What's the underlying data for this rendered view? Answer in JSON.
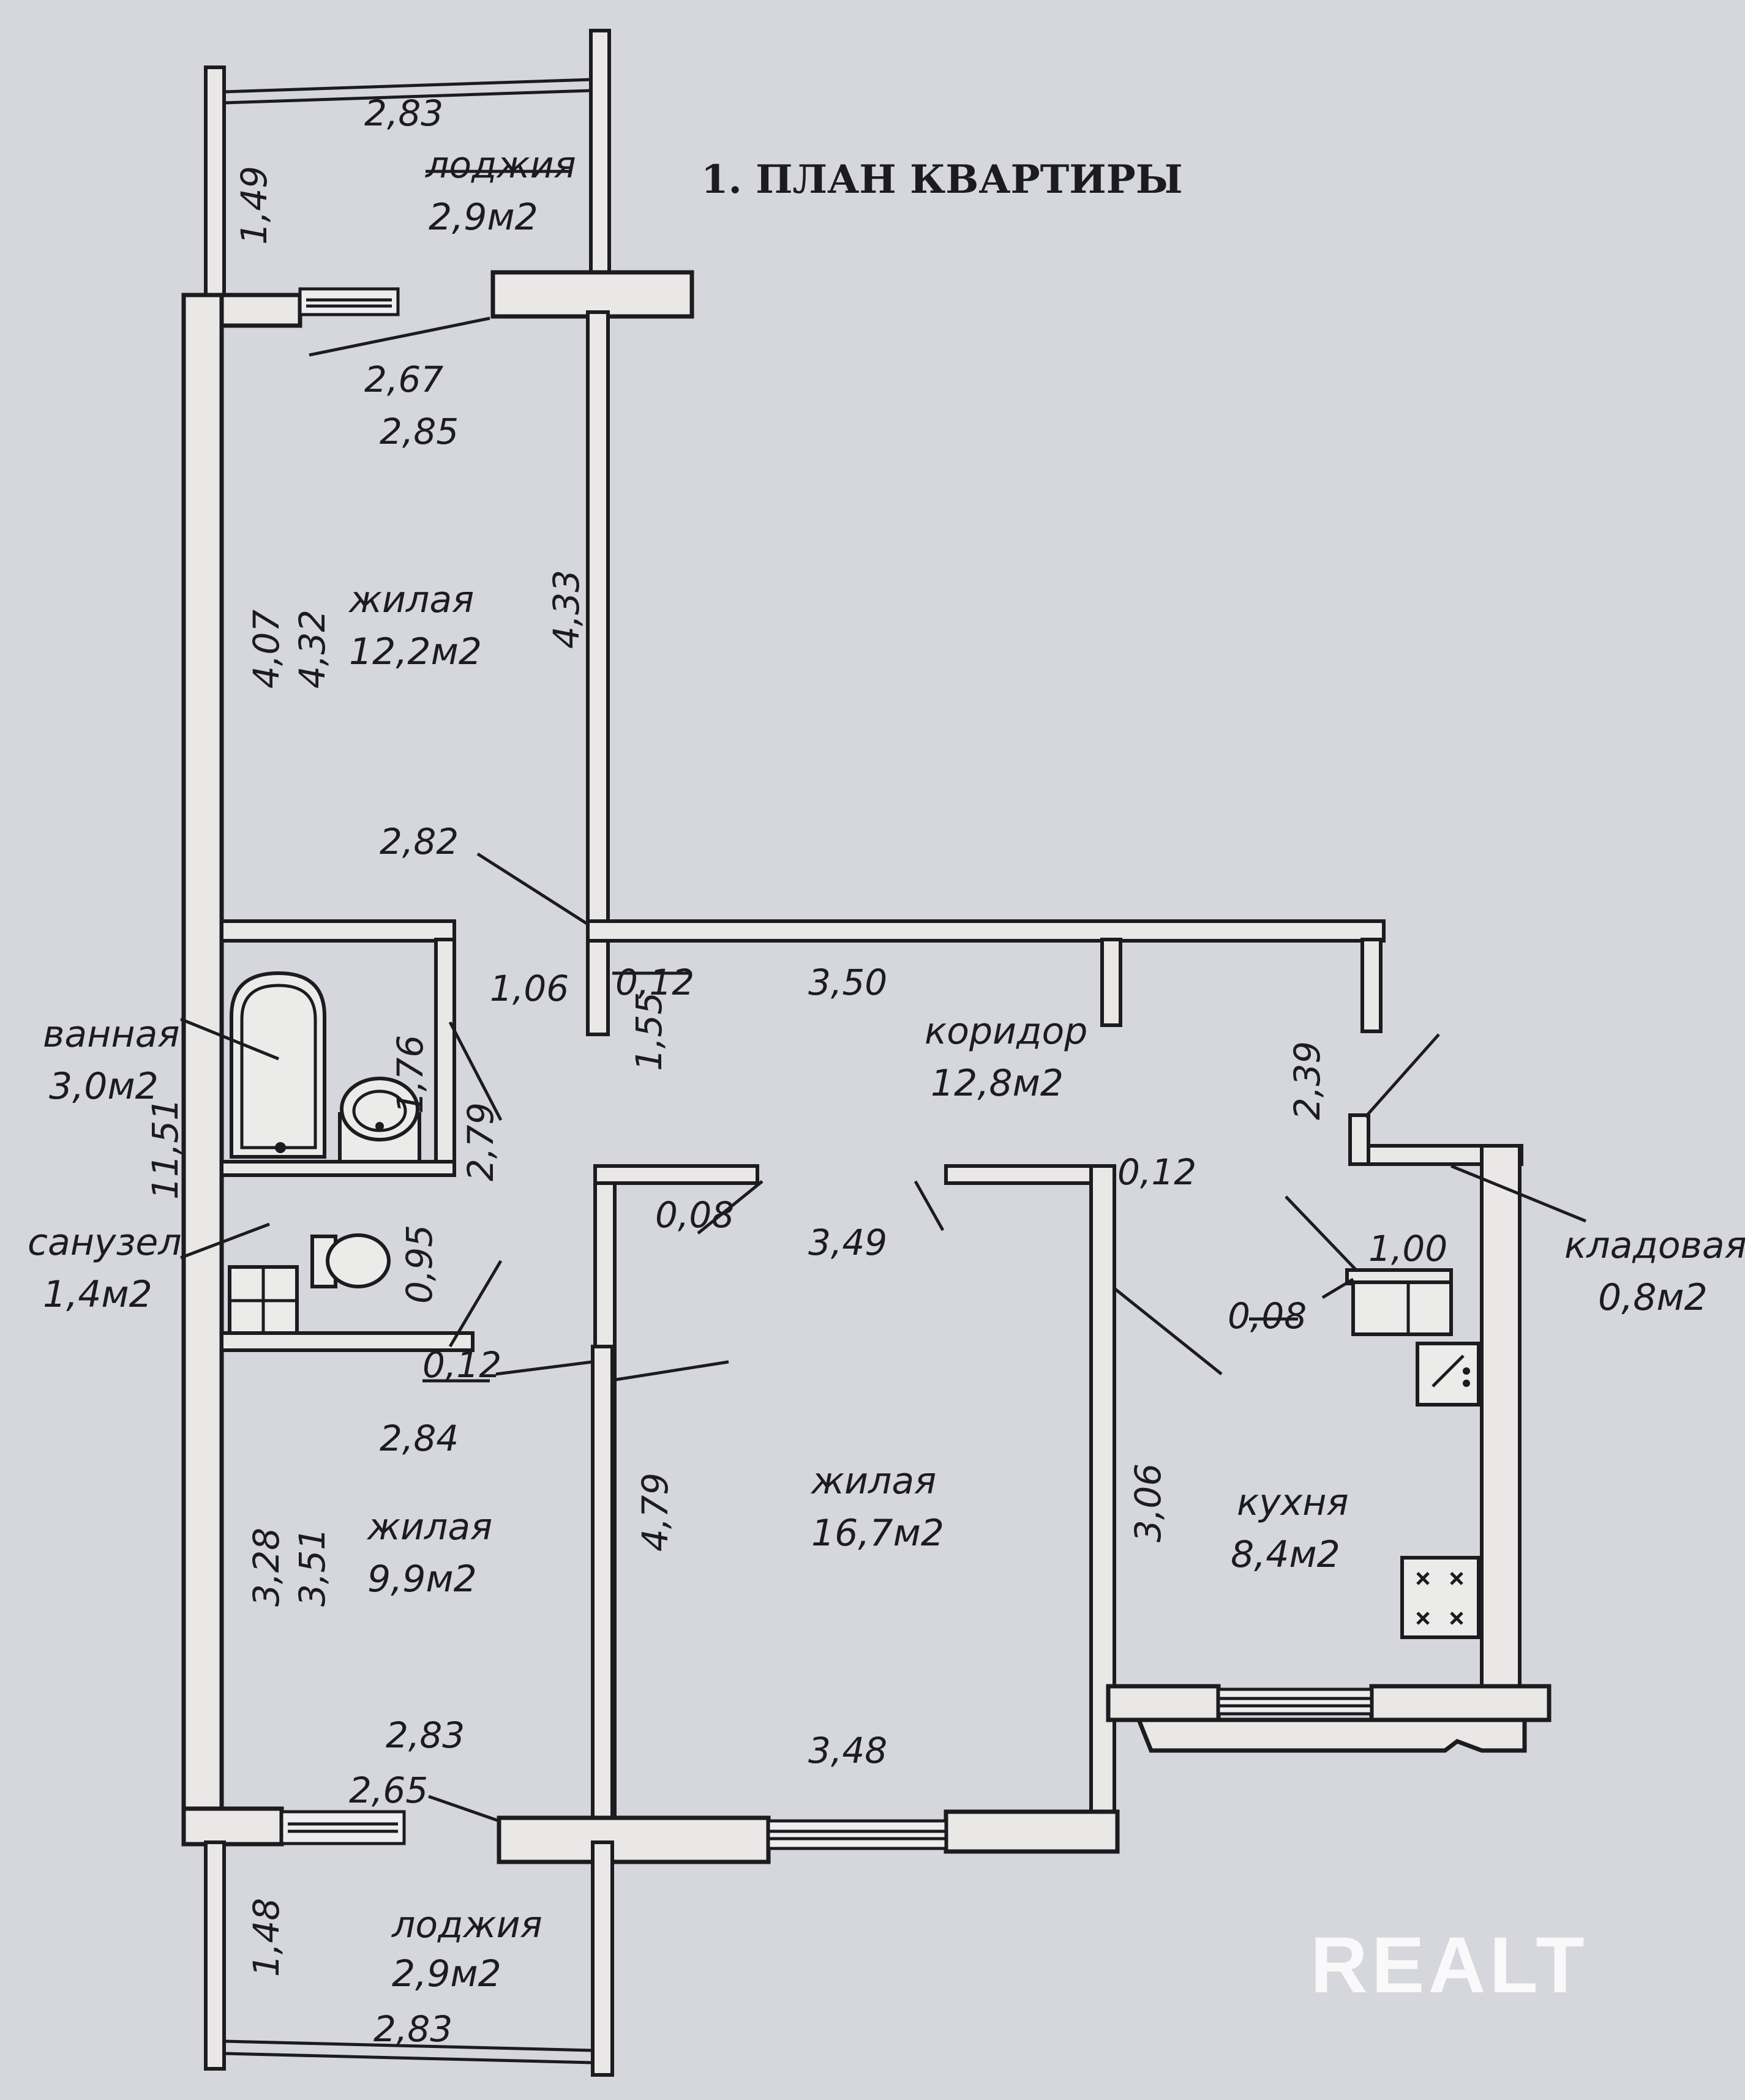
{
  "title": "1. ПЛАН КВАРТИРЫ",
  "watermark": "REALT",
  "rooms": [
    {
      "name": "лоджия",
      "area": "2,9м2"
    },
    {
      "name": "жилая",
      "area": "12,2м2"
    },
    {
      "name": "ванная",
      "area": "3,0м2"
    },
    {
      "name": "санузел",
      "area": "1,4м2"
    },
    {
      "name": "коридор",
      "area": "12,8м2"
    },
    {
      "name": "кладовая",
      "area": "0,8м2"
    },
    {
      "name": "жилая",
      "area": "16,7м2"
    },
    {
      "name": "кухня",
      "area": "8,4м2"
    },
    {
      "name": "жилая",
      "area": "9,9м2"
    },
    {
      "name": "лоджия",
      "area": "2,9м2"
    }
  ],
  "dimensions": {
    "loggia_top_width": "2,83",
    "loggia_top_depth": "1,49",
    "room1_width_a": "2,67",
    "room1_width_b": "2,85",
    "room1_len_a": "4,07",
    "room1_len_b": "4,32",
    "room1_len_right": "4,33",
    "room1_width_bottom": "2,82",
    "total_length": "11,51",
    "hall_upper": "1,06",
    "wall_thick_1": "0,12",
    "corridor_width": "3,50",
    "corridor_depth": "1,55",
    "bath_len": "1,76",
    "bath_diag": "2,79",
    "room2_wall": "0,08",
    "room2_width_top": "3,49",
    "wall_thick_2": "0,12",
    "kitchen_depth_top": "2,39",
    "pantry_width": "1,00",
    "pantry_wall": "0,08",
    "wc_len": "0,95",
    "wc_wall": "0,12",
    "room3_width_top": "2,84",
    "room2_len": "4,79",
    "kitchen_len": "3,06",
    "room3_len_a": "3,28",
    "room3_len_b": "3,51",
    "room3_width_bottom_a": "2,83",
    "room3_width_bottom_b": "2,65",
    "room2_width_bottom": "3,48",
    "loggia_bottom_depth": "1,48",
    "loggia_bottom_width": "2,83"
  }
}
